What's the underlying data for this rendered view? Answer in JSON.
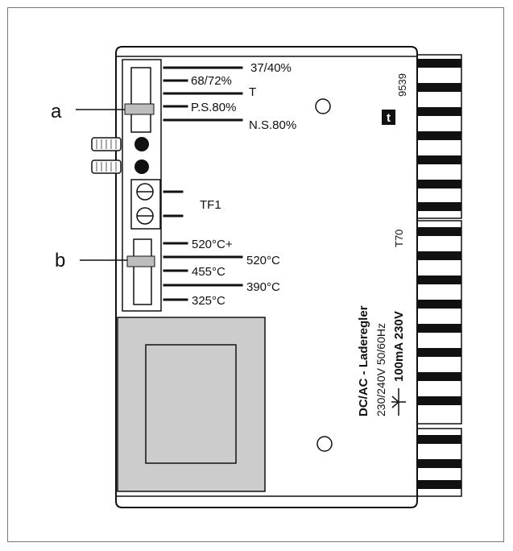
{
  "callouts": {
    "a": "a",
    "b": "b"
  },
  "tabs": {
    "t1": "37/40%",
    "t2": "68/72%",
    "t3": "T",
    "t4": "P.S.80%",
    "t5": "N.S.80%",
    "tf1": "TF1",
    "s1": "520°C+",
    "s2": "520°C",
    "s3": "455°C",
    "s4": "390°C",
    "s5": "325°C"
  },
  "board": {
    "logo": "t",
    "number": "9539",
    "fuse": "T70",
    "product": "DC/AC - Laderegler",
    "voltage": "230/240V  50/60Hz",
    "rating": "100mA 230V"
  },
  "colors": {
    "line": "#111111",
    "gray_fill": "#cccccc",
    "slider_fill": "#bdbdbd"
  },
  "icons": [
    "diode-symbol-icon",
    "logo-t-icon"
  ]
}
